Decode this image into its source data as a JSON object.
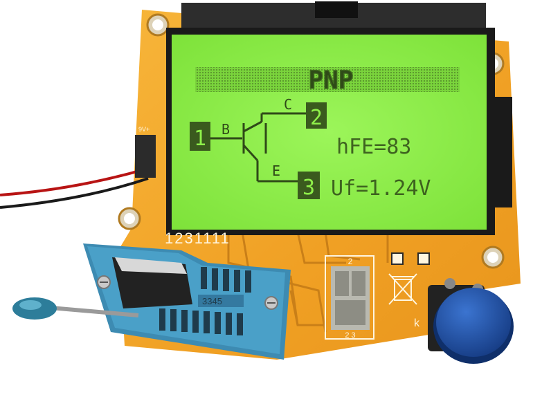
{
  "device": {
    "lcd": {
      "title": "PNP",
      "label_c": "C",
      "label_b": "B",
      "label_e": "E",
      "pin_1": "1",
      "pin_2": "2",
      "pin_3": "3",
      "hfe": "hFE=83",
      "uf": "Uf=1.24V"
    },
    "pcb": {
      "pin_numbers": "1231111",
      "power_label": "9V+",
      "pad_label_top": "2",
      "pad_label_bottom": "2 3",
      "k_label": "k",
      "socket_text": "3345"
    },
    "colors": {
      "pcb": "#f2a62a",
      "lcd_bg": "#8ff04a",
      "lcd_text": "#2f4a18",
      "socket": "#4aa0c8",
      "button_cap": "#1f4fa8"
    }
  }
}
